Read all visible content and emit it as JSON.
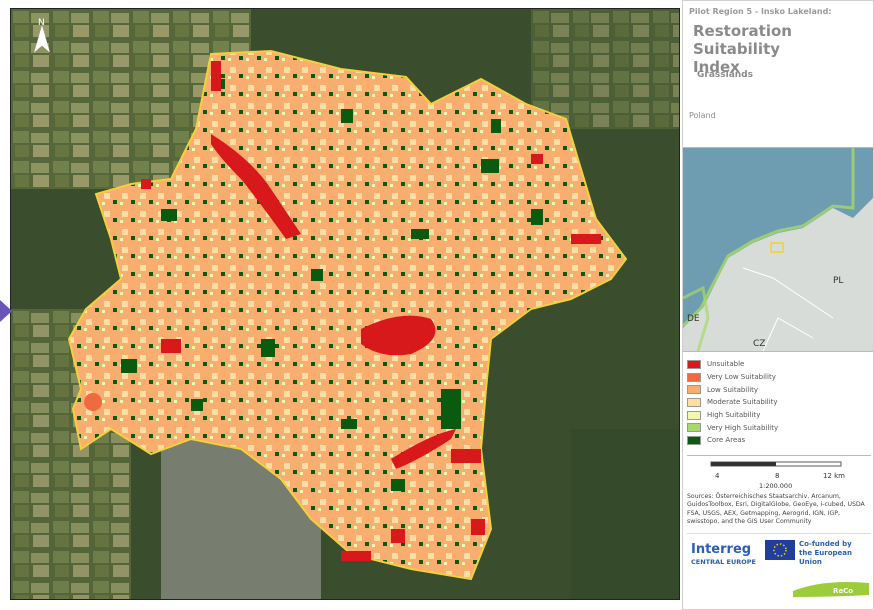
{
  "panel": {
    "pilot_region": "Pilot Region 5 - Insko Lakeland:",
    "title_line1": "Restoration Suitability",
    "title_line2": "Index",
    "subtitle": "Grasslands",
    "country": "Poland"
  },
  "inset": {
    "label_pl": "PL",
    "label_de": "DE",
    "label_cz": "CZ"
  },
  "legend": {
    "items": [
      {
        "label": "Unsuitable",
        "color": "#d7191c"
      },
      {
        "label": "Very Low Suitability",
        "color": "#ef6a3f"
      },
      {
        "label": "Low Suitability",
        "color": "#f9ad6e"
      },
      {
        "label": "Moderate Suitability",
        "color": "#fedea4"
      },
      {
        "label": "High Suitability",
        "color": "#f0f8b2"
      },
      {
        "label": "Very High Suitability",
        "color": "#a6d96a"
      },
      {
        "label": "Core Areas",
        "color": "#0a5a10"
      }
    ]
  },
  "scale": {
    "ticks": [
      "4",
      "8",
      "12 km"
    ],
    "ratio": "1:200.000"
  },
  "sources": "Sources: Österreichisches Staatsarchiv, Arcanum, GuidosToolbox, Esri, DigitalGlobe, GeoEye, i-cubed, USDA FSA, USGS, AEX, Getmapping, Aerogrid, IGN, IGP, swisstopo, and the GIS User Community",
  "logos": {
    "interreg": "Interreg",
    "interreg_sub": "CENTRAL EUROPE",
    "cofund_line1": "Co-funded by",
    "cofund_line2": "the European Union",
    "reco": "ReCo"
  },
  "colors": {
    "imagery_forest": "#3a4d2c",
    "boundary": "#f2d13c",
    "sea": "#6e9cb0",
    "land": "#d8dcd8"
  },
  "icons": [
    "north-arrow-icon",
    "arrow-marker-icon",
    "eu-flag-icon"
  ]
}
